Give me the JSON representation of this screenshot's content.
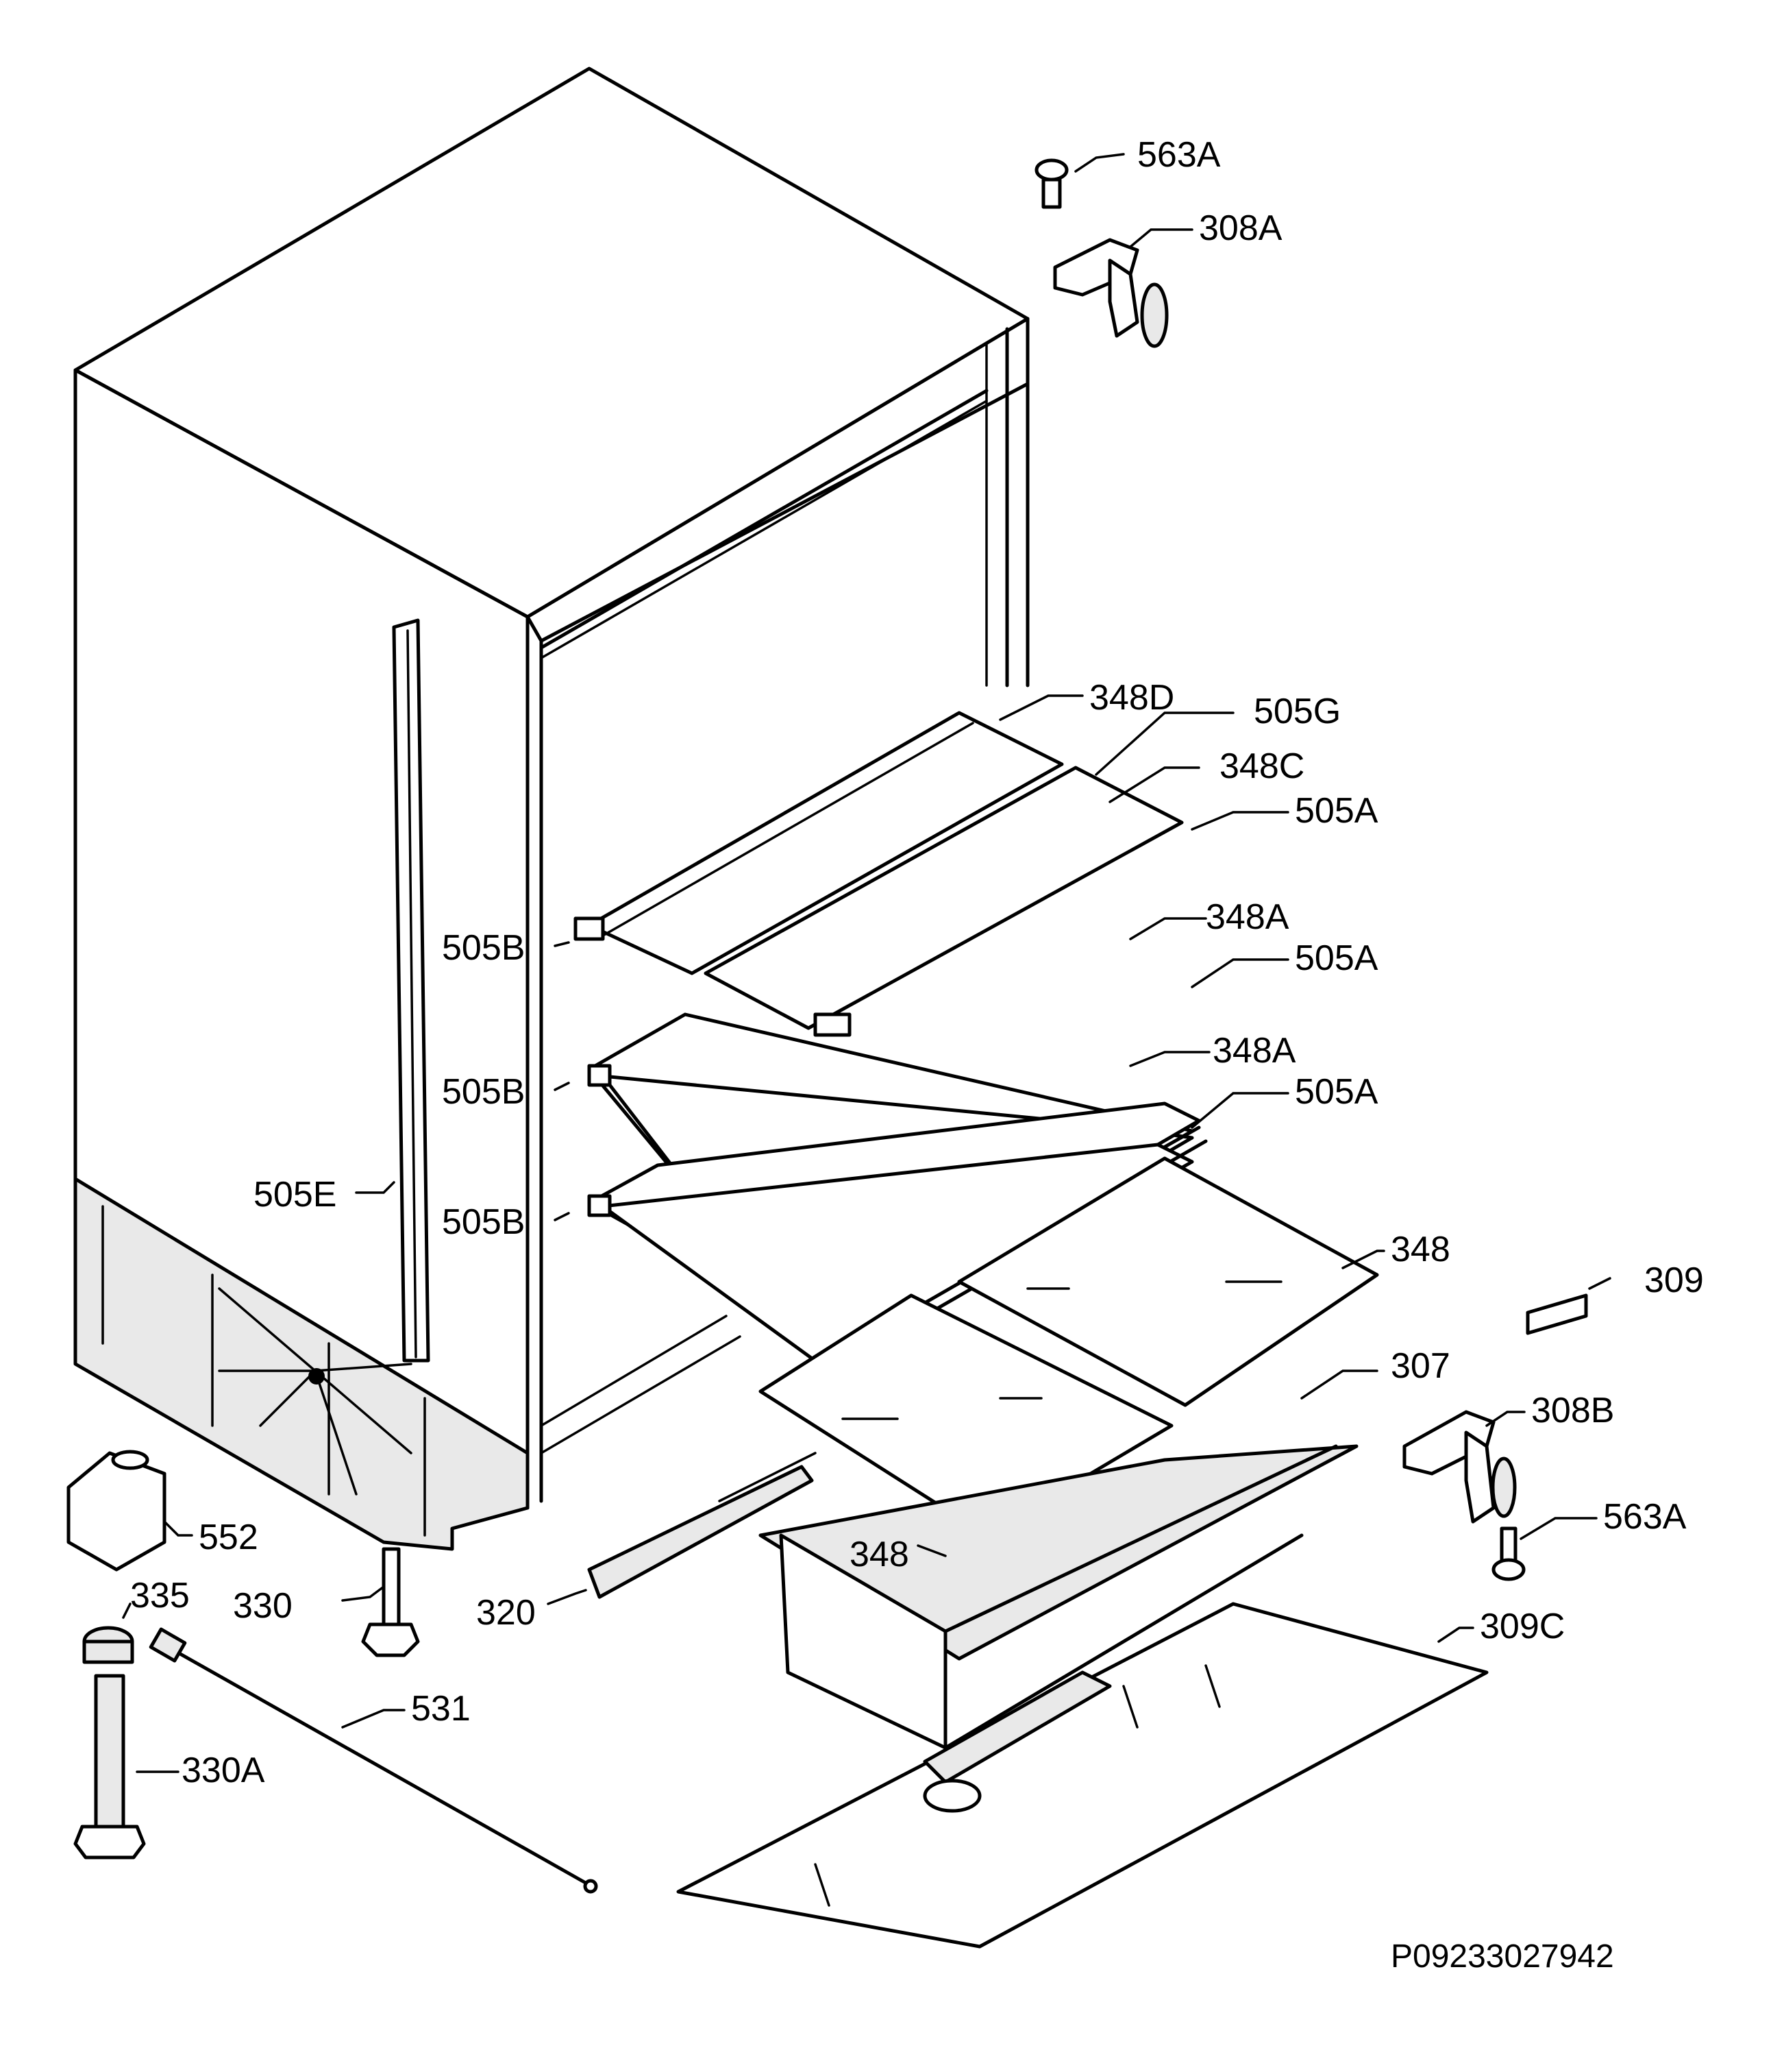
{
  "drawing_code": "P09233027942",
  "part_labels": {
    "p563A_top": "563A",
    "p308A": "308A",
    "p348D": "348D",
    "p505G": "505G",
    "p348C": "348C",
    "p505A_1": "505A",
    "p348A_1": "348A",
    "p505A_2": "505A",
    "p348A_2": "348A",
    "p505A_3": "505A",
    "p505B_1": "505B",
    "p505B_2": "505B",
    "p505B_3": "505B",
    "p505E": "505E",
    "p348_1": "348",
    "p309": "309",
    "p307": "307",
    "p308B": "308B",
    "p563A_bottom": "563A",
    "p348_2": "348",
    "p552": "552",
    "p330": "330",
    "p335": "335",
    "p320": "320",
    "p309C": "309C",
    "p531": "531",
    "p330A": "330A"
  }
}
